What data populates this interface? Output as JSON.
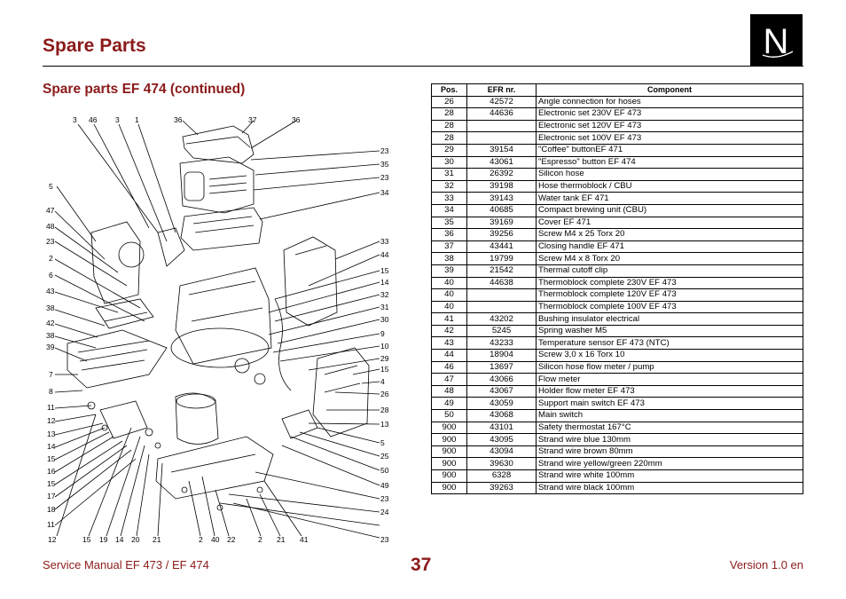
{
  "header": {
    "title": "Spare Parts",
    "subtitle": "Spare parts EF 474 (continued)",
    "logo_letter": "N"
  },
  "table": {
    "columns": [
      "Pos.",
      "EFR nr.",
      "Component"
    ],
    "rows": [
      [
        "26",
        "42572",
        "Angle connection for hoses"
      ],
      [
        "28",
        "44636",
        "Electronic set 230V EF 473"
      ],
      [
        "28",
        "",
        "Electronic set 120V EF 473"
      ],
      [
        "28",
        "",
        "Electronic set 100V EF 473"
      ],
      [
        "29",
        "39154",
        "\"Coffee\" buttonEF  471"
      ],
      [
        "30",
        "43061",
        "\"Espresso\" button EF 474"
      ],
      [
        "31",
        "26392",
        "Silicon hose"
      ],
      [
        "32",
        "39198",
        "Hose thermoblock / CBU"
      ],
      [
        "33",
        "39143",
        "Water tank EF 471"
      ],
      [
        "34",
        "40685",
        "Compact brewing unit (CBU)"
      ],
      [
        "35",
        "39169",
        "Cover EF 471"
      ],
      [
        "36",
        "39256",
        "Screw M4 x 25 Torx 20"
      ],
      [
        "37",
        "43441",
        "Closing handle  EF 471"
      ],
      [
        "38",
        "19799",
        "Screw M4 x 8 Torx 20"
      ],
      [
        "39",
        "21542",
        "Thermal cutoff clip"
      ],
      [
        "40",
        "44638",
        "Thermoblock complete 230V EF 473"
      ],
      [
        "40",
        "",
        "Thermoblock complete 120V EF 473"
      ],
      [
        "40",
        "",
        "Thermoblock complete 100V EF 473"
      ],
      [
        "41",
        "43202",
        "Bushing insulator electrical"
      ],
      [
        "42",
        "5245",
        "Spring washer M5"
      ],
      [
        "43",
        "43233",
        "Temperature sensor EF 473 (NTC)"
      ],
      [
        "44",
        "18904",
        "Screw 3,0 x 16 Torx 10"
      ],
      [
        "46",
        "13697",
        "Silicon hose flow meter / pump"
      ],
      [
        "47",
        "43066",
        "Flow meter"
      ],
      [
        "48",
        "43067",
        "Holder flow meter EF 473"
      ],
      [
        "49",
        "43059",
        "Support main switch EF 473"
      ],
      [
        "50",
        "43068",
        "Main switch"
      ],
      [
        "900",
        "43101",
        "Safety thermostat 167°C"
      ],
      [
        "900",
        "43095",
        "Strand wire blue 130mm"
      ],
      [
        "900",
        "43094",
        "Strand wire brown  80mm"
      ],
      [
        "900",
        "39630",
        "Strand wire yellow/green 220mm"
      ],
      [
        "900",
        "6328",
        "Strand wire white 100mm"
      ],
      [
        "900",
        "39263",
        "Strand wire black 100mm"
      ]
    ]
  },
  "diagram": {
    "top_labels": [
      "3",
      "46",
      "3",
      "1",
      "36",
      "37",
      "36"
    ],
    "left_labels": [
      "5",
      "47",
      "48",
      "23",
      "2",
      "6",
      "43",
      "38",
      "42",
      "38",
      "39",
      "7",
      "8",
      "11",
      "12",
      "13",
      "14",
      "15",
      "16",
      "15",
      "17",
      "18",
      "11"
    ],
    "right_labels": [
      "23",
      "35",
      "23",
      "34",
      "33",
      "44",
      "15",
      "14",
      "32",
      "31",
      "30",
      "9",
      "10",
      "29",
      "15",
      "4",
      "26",
      "28",
      "13",
      "5",
      "25",
      "50",
      "49",
      "23",
      "24"
    ],
    "bottom_labels": [
      "12",
      "15",
      "19",
      "14",
      "20",
      "21",
      "2",
      "40",
      "22",
      "2",
      "21",
      "41",
      "23"
    ]
  },
  "footer": {
    "manual": "Service Manual EF 473 / EF 474",
    "page_number": "37",
    "version": "Version 1.0 en"
  }
}
